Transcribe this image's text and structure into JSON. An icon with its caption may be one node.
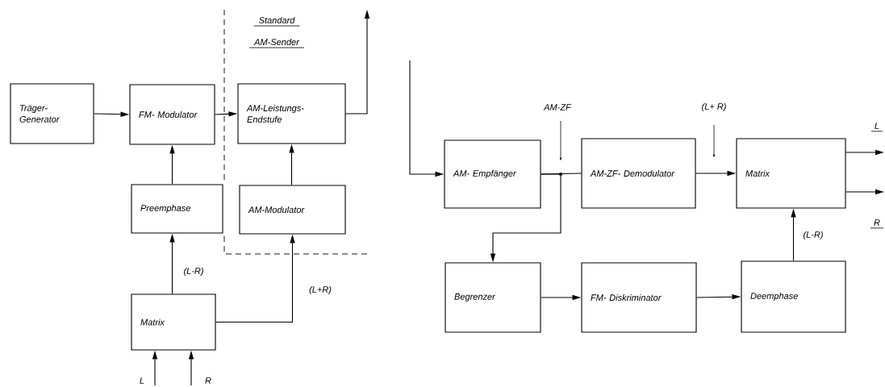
{
  "diagram": {
    "nodes": [
      {
        "text": [
          "Träger- Generator"
        ]
      },
      {
        "text": [
          "FM- Modulator"
        ]
      },
      {
        "text": [
          "AM-Leistungs- Endstufe"
        ]
      },
      {
        "text": [
          "Preemphase"
        ]
      },
      {
        "text": [
          "AM-Modulator"
        ]
      },
      {
        "text": [
          "Matrix"
        ]
      },
      {
        "text": [
          "AM- Empfänger"
        ]
      },
      {
        "text": [
          "AM-ZF- Demodulator"
        ]
      },
      {
        "text": [
          "Matrix"
        ]
      },
      {
        "text": [
          "Begrenzer"
        ]
      },
      {
        "text": [
          "FM- Diskriminator"
        ]
      },
      {
        "text": [
          "Deemphase"
        ]
      }
    ],
    "edges": [
      {
        "from": 0,
        "to": 1,
        "arrow": "to"
      },
      {
        "from": 1,
        "to": 2,
        "arrow": "to"
      },
      {
        "from": 3,
        "to": 1,
        "arrow": "to"
      },
      {
        "from": 4,
        "to": 2,
        "arrow": "to"
      },
      {
        "from": 5,
        "to": 3,
        "arrow": "to",
        "label": "(L-R)"
      },
      {
        "from": 5,
        "to": 4,
        "arrow": "to",
        "label": "(L+R)"
      },
      {
        "from": null,
        "to": 5,
        "arrow": "to",
        "label": "L"
      },
      {
        "from": null,
        "to": 5,
        "arrow": "to",
        "label": "R"
      },
      {
        "from": 2,
        "to": null,
        "arrow": "to"
      },
      {
        "from": null,
        "to": 6,
        "arrow": "to"
      },
      {
        "from": 6,
        "to": 7,
        "arrow": "none"
      },
      {
        "from": 6,
        "to": 9,
        "arrow": "to"
      },
      {
        "from": 7,
        "to": 8,
        "arrow": "to"
      },
      {
        "from": 11,
        "to": 8,
        "arrow": "to",
        "label": "(L-R)"
      },
      {
        "from": 9,
        "to": 10,
        "arrow": "to"
      },
      {
        "from": 10,
        "to": 11,
        "arrow": "to"
      },
      {
        "from": 8,
        "to": null,
        "arrow": "to",
        "label": "L"
      },
      {
        "from": 8,
        "to": null,
        "arrow": "to",
        "label": "R"
      }
    ],
    "labels": [
      "Standard",
      "AM-Sender",
      "AM-ZF",
      "(L+ R)"
    ]
  }
}
